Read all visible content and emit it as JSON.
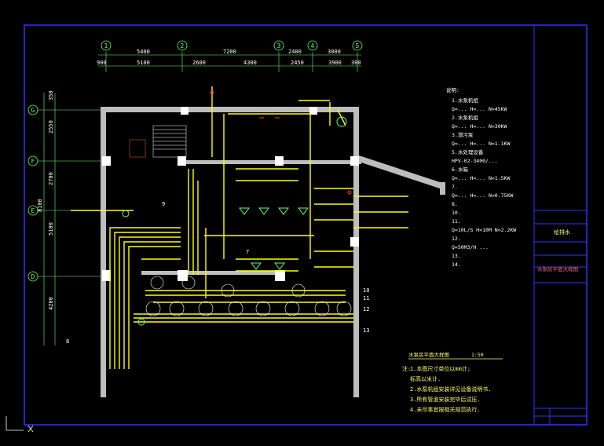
{
  "dims_top_row1": [
    "5400",
    "7200",
    "2400",
    "3000"
  ],
  "dims_top_row2": [
    "900",
    "5100",
    "2600",
    "4300",
    "2450",
    "3900",
    "300"
  ],
  "axes_top": [
    "1",
    "2",
    "3",
    "4",
    "5"
  ],
  "dims_left": [
    "350",
    "2550",
    "2700",
    "5100",
    "4200",
    "8100"
  ],
  "axes_left": [
    "G",
    "F",
    "E",
    "D"
  ],
  "right_list": {
    "heading": "说明:",
    "items": [
      "1.水泵机组",
      "Q=... H=... N=45KW",
      "2.水泵机组",
      "Q=... H=... N=30KW",
      "3.潜污泵",
      "Q=... H=... N=1.1KW",
      "5.水处理设备",
      "HPV-02-3400/...",
      "6.水箱",
      "Q=... H=... N=1.5KW",
      "7.",
      "Q=... H=... N=0.75KW",
      "8.",
      "10.",
      "11.",
      "Q=10L/S H=10M N=2.2KW",
      "12.",
      "Q=50M3/H ...",
      "13.",
      "14."
    ]
  },
  "floor_title": "水泵房平面大样图",
  "floor_scale": "1:50",
  "notes": {
    "heading": "注:",
    "lines": [
      "1.本图尺寸单位以mm计;",
      "  标高以米计.",
      "2.水泵机组安装详见设备说明书.",
      "3.所有管道安装完毕后试压.",
      "4.未尽事宜按相关规范执行."
    ]
  },
  "title_block": {
    "project": "给排水",
    "drawing_name": "水泵房平面大样图"
  },
  "room_labels": [
    "8"
  ],
  "equipment_labels": [
    "7",
    "9",
    "10",
    "11",
    "12",
    "13"
  ],
  "colors": {
    "background": "#000000",
    "frame": "#3333ff",
    "wall": "#c0c0c0",
    "pipe": "#ffff00",
    "axis": "#66ff66",
    "text": "#ffffff",
    "accent": "#ff3333"
  }
}
